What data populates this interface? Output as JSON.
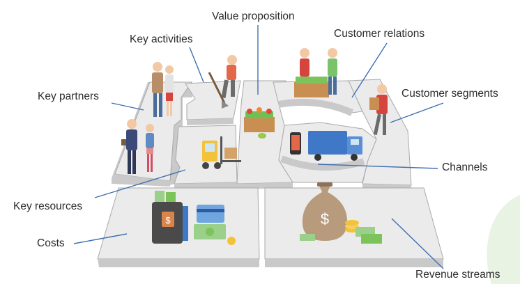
{
  "diagram": {
    "labels": {
      "value_proposition": "Value proposition",
      "key_activities": "Key activities",
      "customer_relations": "Customer relations",
      "key_partners": "Key partners",
      "customer_segments": "Customer segments",
      "channels": "Channels",
      "key_resources": "Key resources",
      "costs": "Costs",
      "revenue_streams": "Revenue streams"
    },
    "colors": {
      "block_top": "#ebebeb",
      "block_side": "#c9c9c9",
      "outline": "#a9a9a9",
      "leader_line": "#3f6fb0",
      "text": "#2b2b2b",
      "green_money": "#9bd08a",
      "sack": "#b89a7d",
      "truck_blue": "#3f78c6"
    },
    "icons": [
      "people-icon",
      "worker-shovel-icon",
      "people-icon",
      "forklift-icon",
      "vegetable-crate-icon",
      "vendors-icon",
      "customer-bags-icon",
      "phone-icon",
      "truck-icon",
      "wallet-icon",
      "credit-card-icon",
      "money-bag-icon",
      "coins-icon"
    ]
  }
}
